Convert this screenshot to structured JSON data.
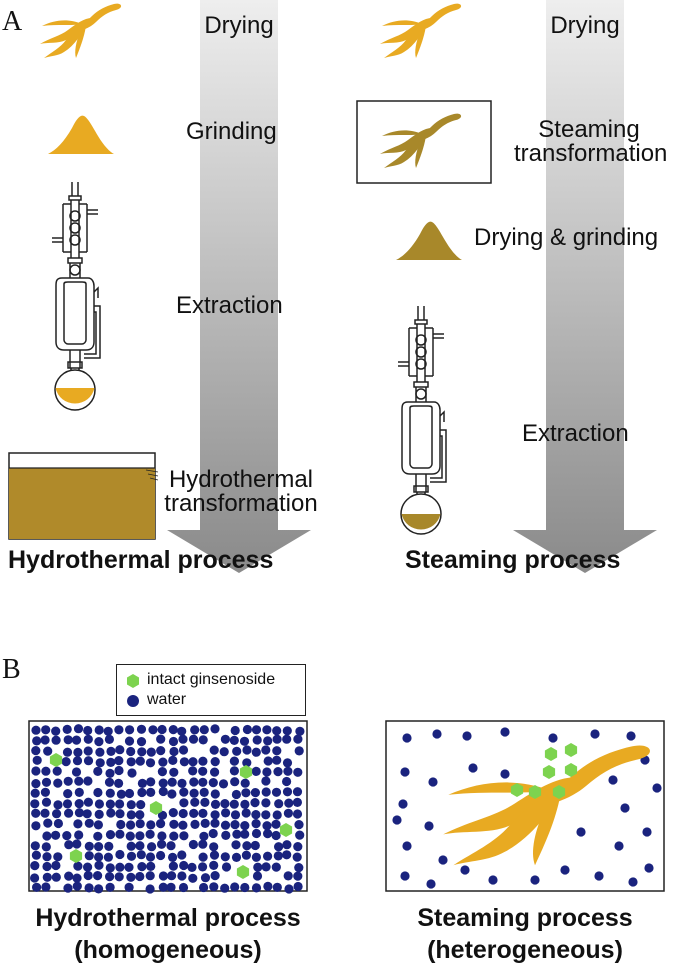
{
  "panel_a": {
    "letter": "A",
    "hydrothermal": {
      "steps": [
        "Drying",
        "Grinding",
        "Extraction",
        "Hydrothermal",
        "transformation"
      ],
      "title": "Hydrothermal process"
    },
    "steaming": {
      "steps": [
        "Drying",
        "Steaming",
        "transformation",
        "Drying & grinding",
        "Extraction"
      ],
      "title": "Steaming process"
    }
  },
  "panel_b": {
    "letter": "B",
    "legend": {
      "ginsenoside": "intact ginsenoside",
      "water": "water"
    },
    "left_caption": [
      "Hydrothermal process",
      "(homogeneous)"
    ],
    "right_caption": [
      "Steaming process",
      "(heterogeneous)"
    ]
  },
  "colors": {
    "ginseng": "#E8AA22",
    "steamed_ginseng": "#A8882A",
    "liquid": "#B08A2A",
    "water_dot": "#1A237E",
    "ginsenoside": "#7DD34F",
    "arrow_top": "#EDEDED",
    "arrow_bottom": "#8E8E8E"
  }
}
